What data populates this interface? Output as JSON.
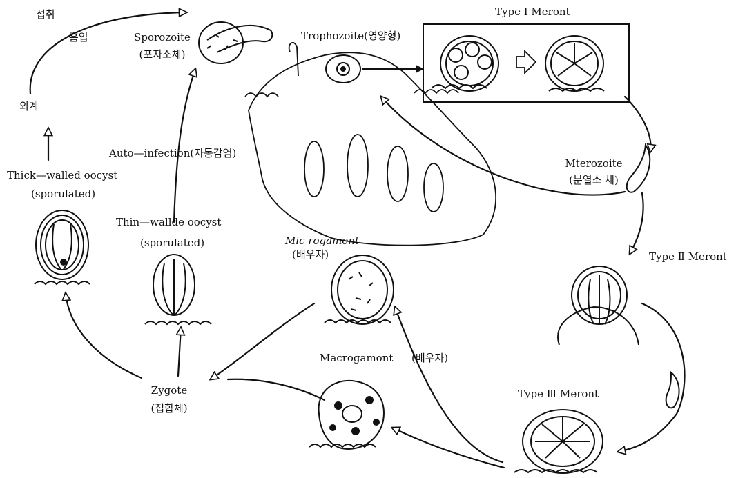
{
  "labels": {
    "intake": "섭취",
    "inhale": "흡입",
    "external": "외계",
    "sporozoite_en": "Sporozoite",
    "sporozoite_ko": "(포자소체)",
    "trophozoite": "Trophozoite(영양형)",
    "type1": "Type Ⅰ Meront",
    "merozoite_en": "Mterozoite",
    "merozoite_ko": "(분열소 체)",
    "type2": "Type Ⅱ Meront",
    "type3": "Type Ⅲ Meront",
    "autoinfection": "Auto—infection(자동감염)",
    "thick_en": "Thick—walled oocyst",
    "thick_sp": "(sporulated)",
    "thin_en": "Thin—wallde oocyst",
    "thin_sp": "(sporulated)",
    "micro_en": "Mic rogamont",
    "micro_ko": "(배우자)",
    "macro_en": "Macrogamont",
    "macro_ko": "(배우자)",
    "zygote_en": "Zygote",
    "zygote_ko": "(접합체)"
  },
  "colors": {
    "ink": "#111111",
    "paper": "#ffffff"
  }
}
